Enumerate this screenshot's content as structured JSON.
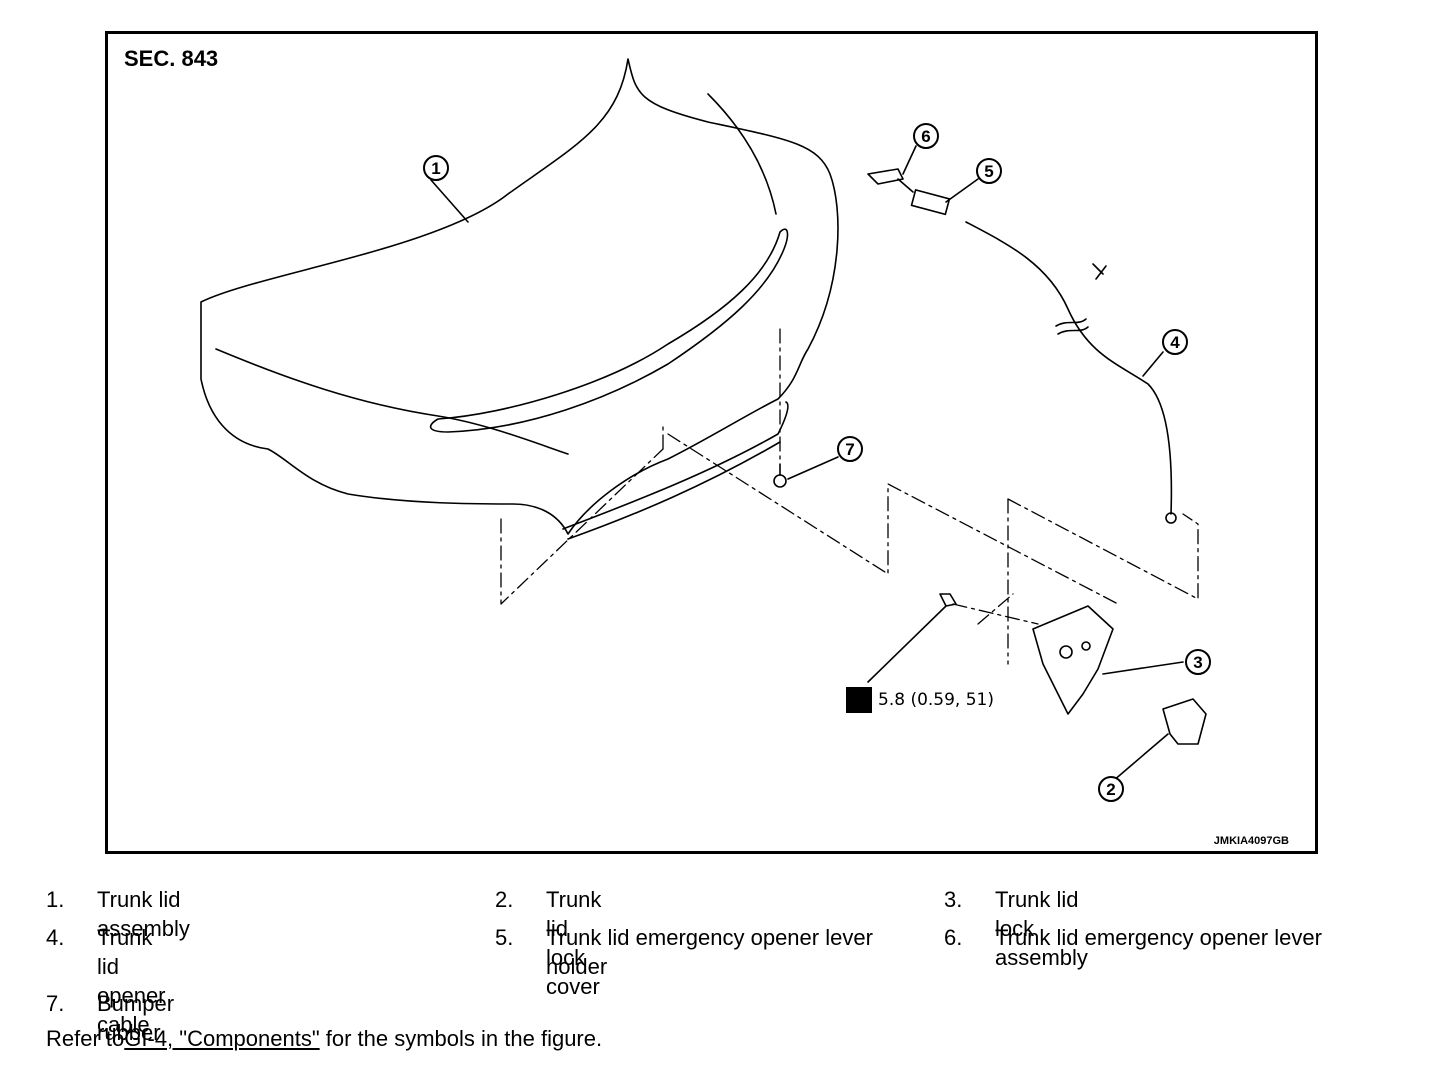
{
  "figure": {
    "section": "SEC. 843",
    "code": "JMKIA4097GB",
    "torque": "5.8 (0.59, 51)",
    "callouts": [
      "1",
      "2",
      "3",
      "4",
      "5",
      "6",
      "7"
    ]
  },
  "legend": [
    {
      "num": "1.",
      "text": "Trunk lid assembly"
    },
    {
      "num": "2.",
      "text": "Trunk lid lock cover"
    },
    {
      "num": "3.",
      "text": "Trunk lid lock assembly"
    },
    {
      "num": "4.",
      "text": "Trunk lid opener cable"
    },
    {
      "num": "5.",
      "text": "Trunk lid emergency opener lever holder"
    },
    {
      "num": "6.",
      "text": "Trunk lid emergency opener lever"
    },
    {
      "num": "7.",
      "text": "Bumper rubber"
    }
  ],
  "refer": {
    "prefix": "Refer to",
    "link": "GI-4, \"Components\"",
    "suffix": " for the symbols in the figure."
  }
}
